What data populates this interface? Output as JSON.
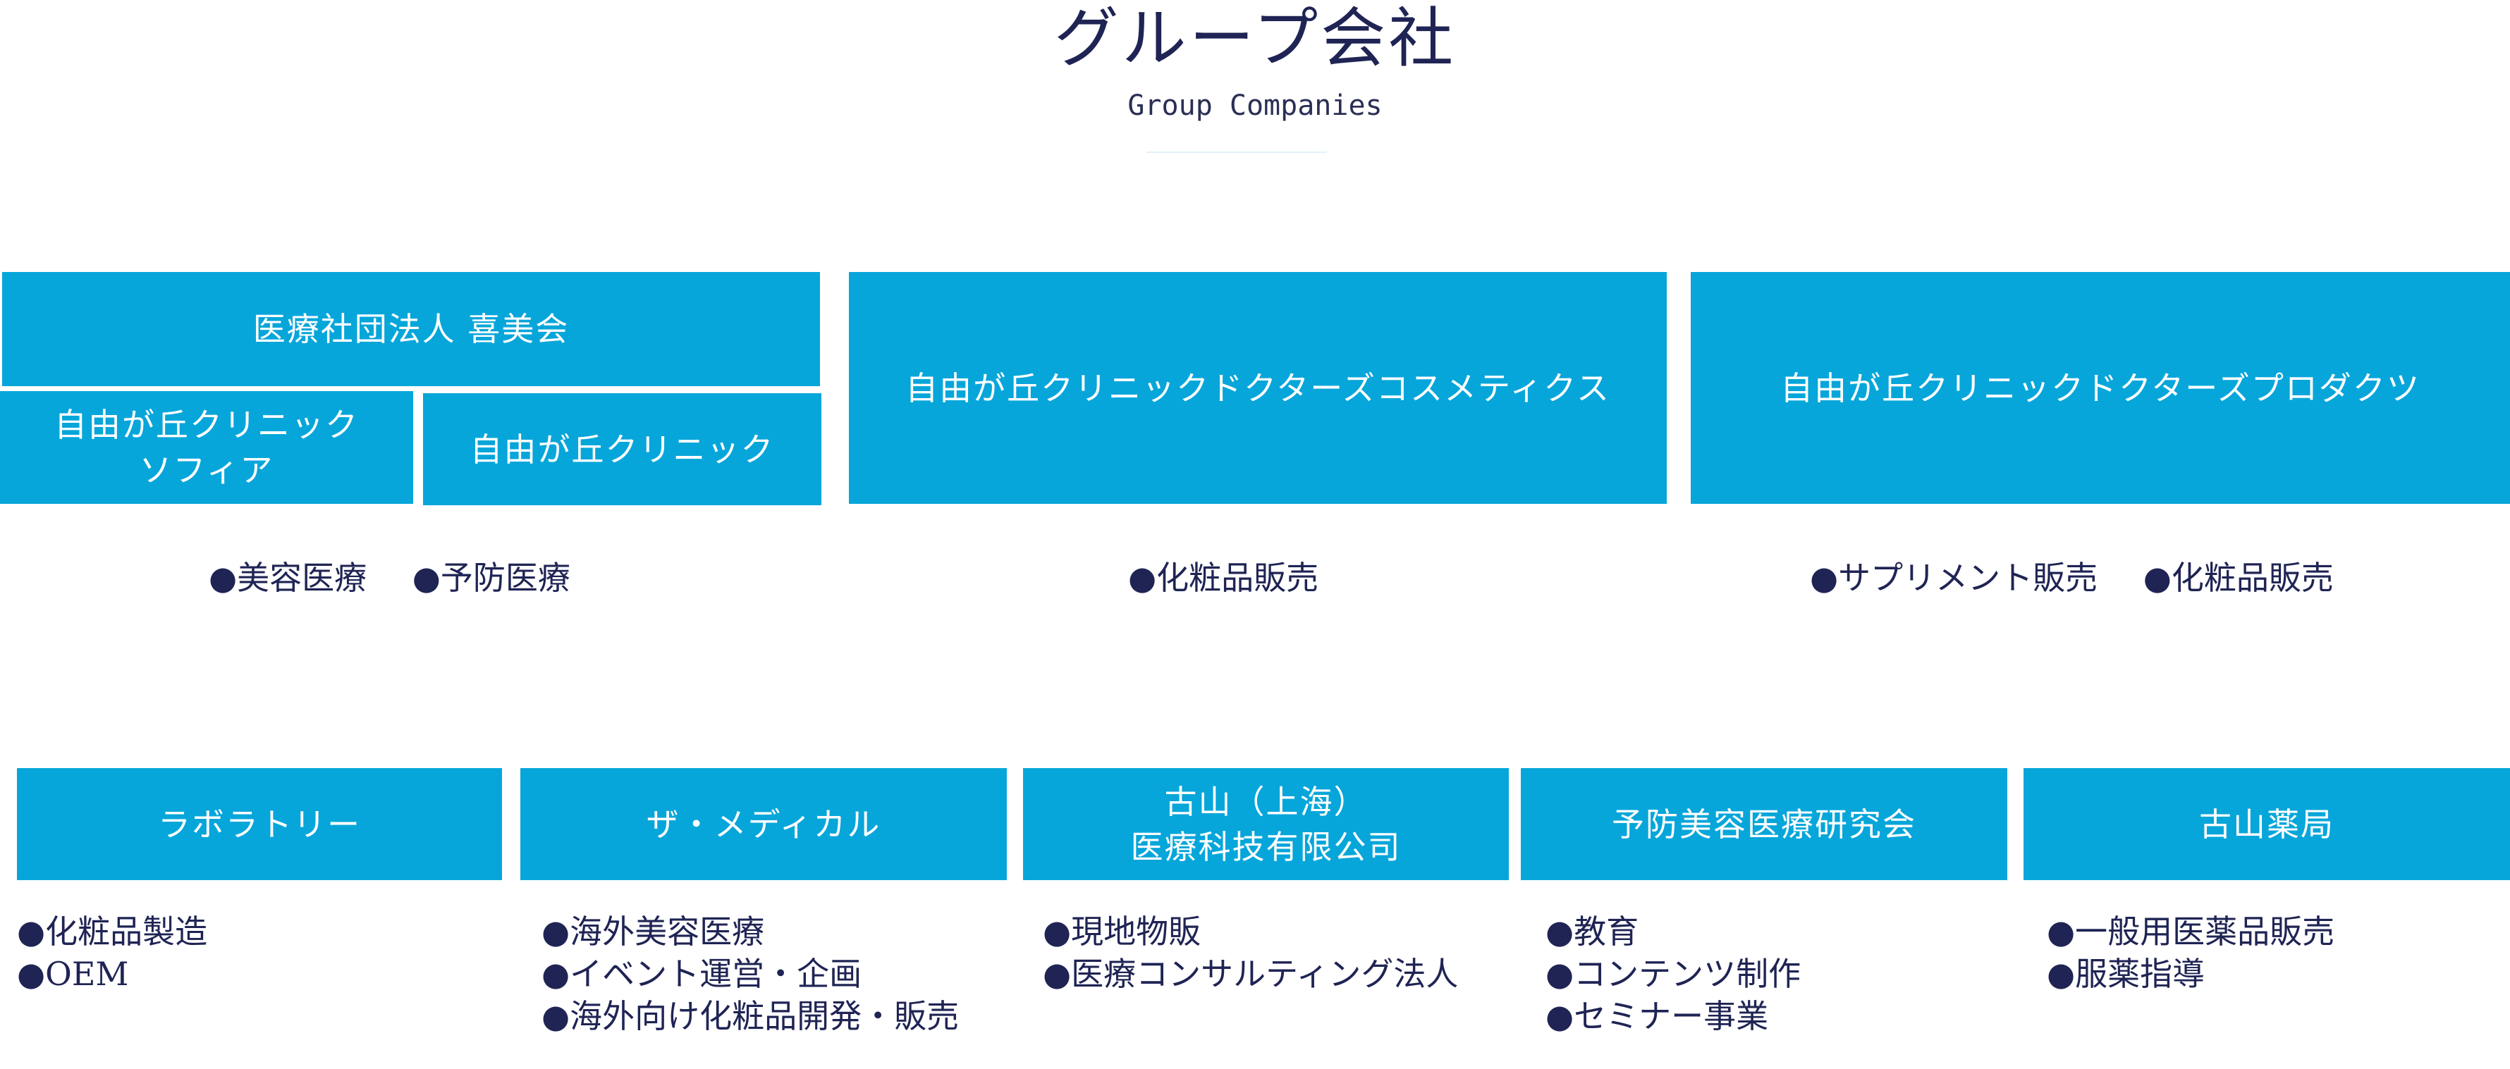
{
  "header": {
    "title": "グループ会社",
    "subtitle": "Group Companies"
  },
  "bullet": "●",
  "colors": {
    "box": "#07a6da",
    "text": "#1f2454",
    "box_text": "#ffffff"
  },
  "top": {
    "medical_corp": "医療社団法人 喜美会",
    "sophia": "自由が丘クリニック\nソフィア",
    "clinic": "自由が丘クリニック",
    "cosmetics": "自由が丘クリニックドクターズコスメティクス",
    "products": "自由が丘クリニックドクターズプロダクツ",
    "services_left": [
      "美容医療",
      "予防医療"
    ],
    "services_middle": [
      "化粧品販売"
    ],
    "services_right": [
      "サプリメント販売",
      "化粧品販売"
    ]
  },
  "bottom": {
    "laboratory": {
      "name": "ラボラトリー",
      "services": [
        "化粧品製造",
        "OEM"
      ]
    },
    "medical": {
      "name": "ザ・メディカル",
      "services": [
        "海外美容医療",
        "イベント運営・企画",
        "海外向け化粧品開発・販売"
      ]
    },
    "shanghai": {
      "name": "古山（上海）\n医療科技有限公司",
      "services": [
        "現地物販",
        "医療コンサルティング法人"
      ]
    },
    "research": {
      "name": "予防美容医療研究会",
      "services": [
        "教育",
        "コンテンツ制作",
        "セミナー事業"
      ]
    },
    "pharmacy": {
      "name": "古山薬局",
      "services": [
        "一般用医薬品販売",
        "服薬指導"
      ]
    }
  }
}
